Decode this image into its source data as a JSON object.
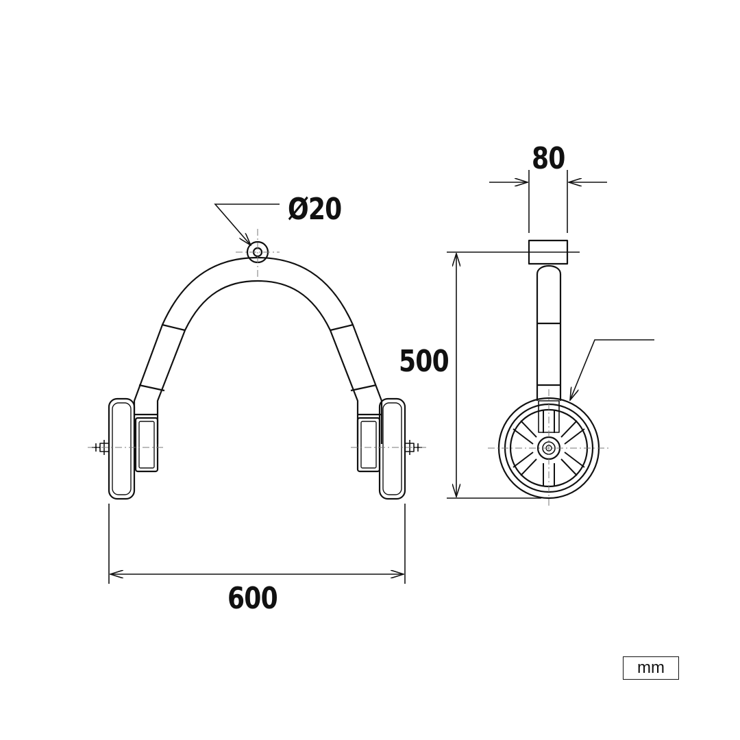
{
  "dimensions": {
    "width": "600",
    "height": "500",
    "depth": "80",
    "tube_diameter": "Ø20"
  },
  "unit": "mm",
  "colors": {
    "line": "#111111",
    "centerline": "#777777",
    "background": "#ffffff"
  }
}
